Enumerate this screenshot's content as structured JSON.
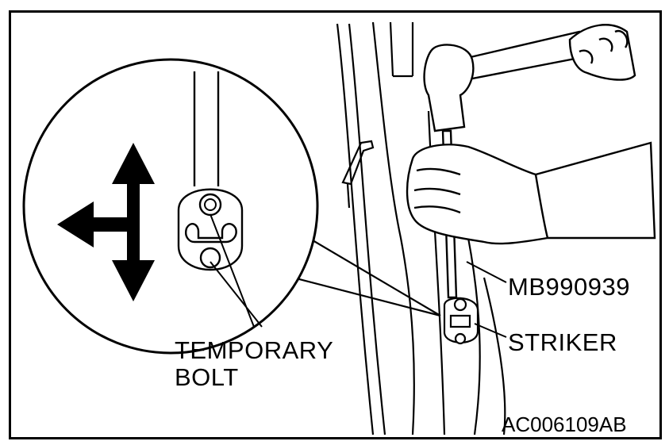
{
  "labels": {
    "temporary_bolt_line1": "TEMPORARY",
    "temporary_bolt_line2": "BOLT",
    "tool": "MB990939",
    "striker": "STRIKER",
    "figure_code": "AC006109AB"
  },
  "icons": {
    "direction_arrows": "move-direction-arrows-icon",
    "hammer": "hammer-icon",
    "hand": "hand-icon"
  },
  "colors": {
    "line": "#000000",
    "background": "#ffffff"
  }
}
